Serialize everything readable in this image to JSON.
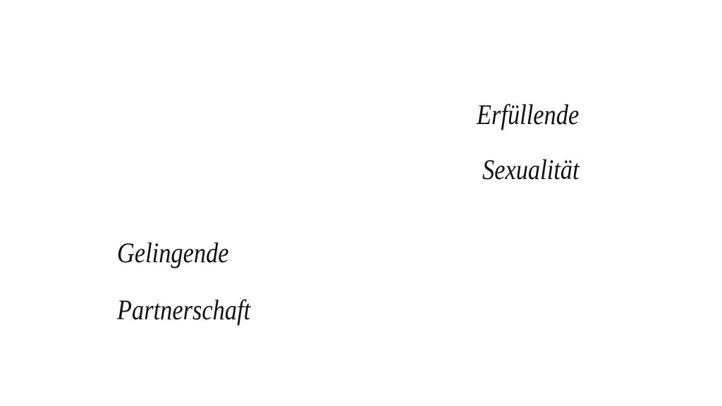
{
  "slide": {
    "right_block": [
      "Erfüllende",
      "Sexualität"
    ],
    "left_block": [
      "Gelingende",
      "Partnerschaft"
    ]
  }
}
